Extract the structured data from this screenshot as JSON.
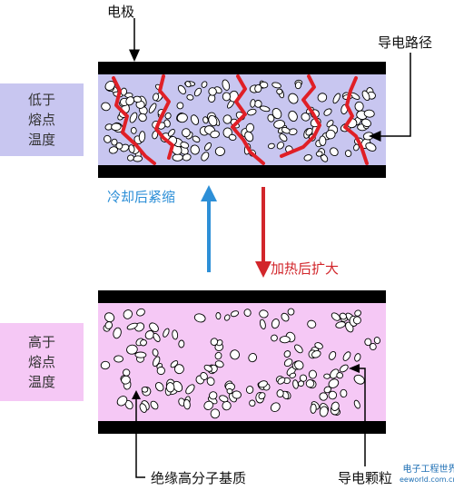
{
  "labels": {
    "electrode": "电极",
    "conductive_path": "导电路径",
    "below_melting": [
      "低于",
      "熔点",
      "温度"
    ],
    "above_melting": [
      "高于",
      "熔点",
      "温度"
    ],
    "cool_shrink": "冷却后紧缩",
    "heat_expand": "加热后扩大",
    "insulating_matrix": "绝缘高分子基质",
    "conductive_particles": "导电颗粒"
  },
  "watermark": {
    "line1": "电子工程世界",
    "line2": "eeworld.com.cn"
  },
  "colors": {
    "low_panel": "#c8c6f0",
    "high_panel": "#f5c8f5",
    "electrode": "#000000",
    "path_red": "#e01f26",
    "arrow_blue": "#2d8fd7",
    "arrow_red": "#d2262b",
    "particle_fill": "#ffffff",
    "particle_stroke": "#000000"
  }
}
